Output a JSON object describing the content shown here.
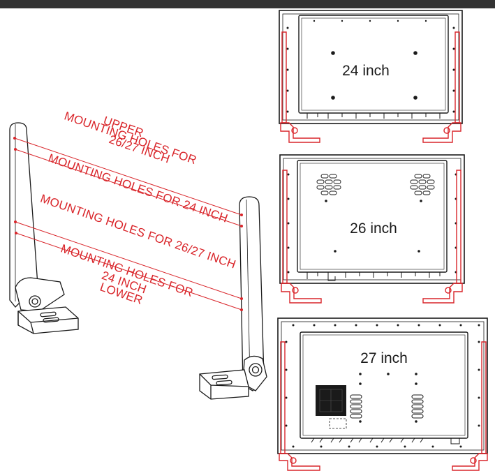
{
  "labels": {
    "upper": "UPPER",
    "upper_line1": "MOUNTING HOLES FOR",
    "upper_line2": "26/27 INCH",
    "holes_24": "MOUNTING HOLES FOR 24 INCH",
    "holes_2627": "MOUNTING HOLES FOR 26/27 INCH",
    "lower_line1": "MOUNTING HOLES FOR",
    "lower_line2": "24 INCH",
    "lower": "LOWER"
  },
  "monitors": {
    "m24": "24 inch",
    "m26": "26 inch",
    "m27": "27 inch"
  },
  "colors": {
    "accent": "#d9252a",
    "line": "#1a1a1a",
    "header": "#333333"
  }
}
